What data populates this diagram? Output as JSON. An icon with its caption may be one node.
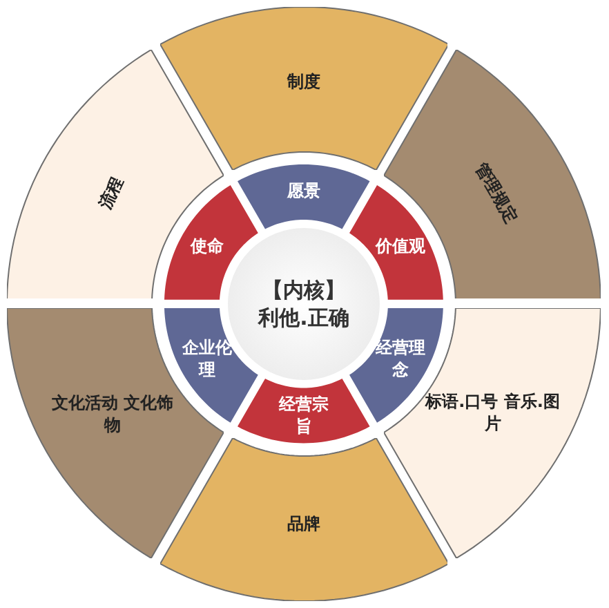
{
  "diagram": {
    "nodes": [
      {
        "text": [
          "【内核】",
          "利他.正确"
        ]
      },
      {
        "text": [
          "制度"
        ]
      },
      {
        "text": [
          "管理规定"
        ]
      },
      {
        "text": [
          "标语.口号 音乐.图片"
        ]
      },
      {
        "text": [
          "品牌"
        ]
      },
      {
        "text": [
          "文化活动 文化饰物"
        ]
      },
      {
        "text": [
          "流程"
        ]
      },
      {
        "text": [
          "愿景"
        ]
      },
      {
        "text": [
          "价值观"
        ]
      },
      {
        "text": [
          "经营理念"
        ]
      },
      {
        "text": [
          "经营宗旨"
        ]
      },
      {
        "text": [
          "企业伦理"
        ]
      },
      {
        "text": [
          "使命"
        ]
      }
    ]
  }
}
